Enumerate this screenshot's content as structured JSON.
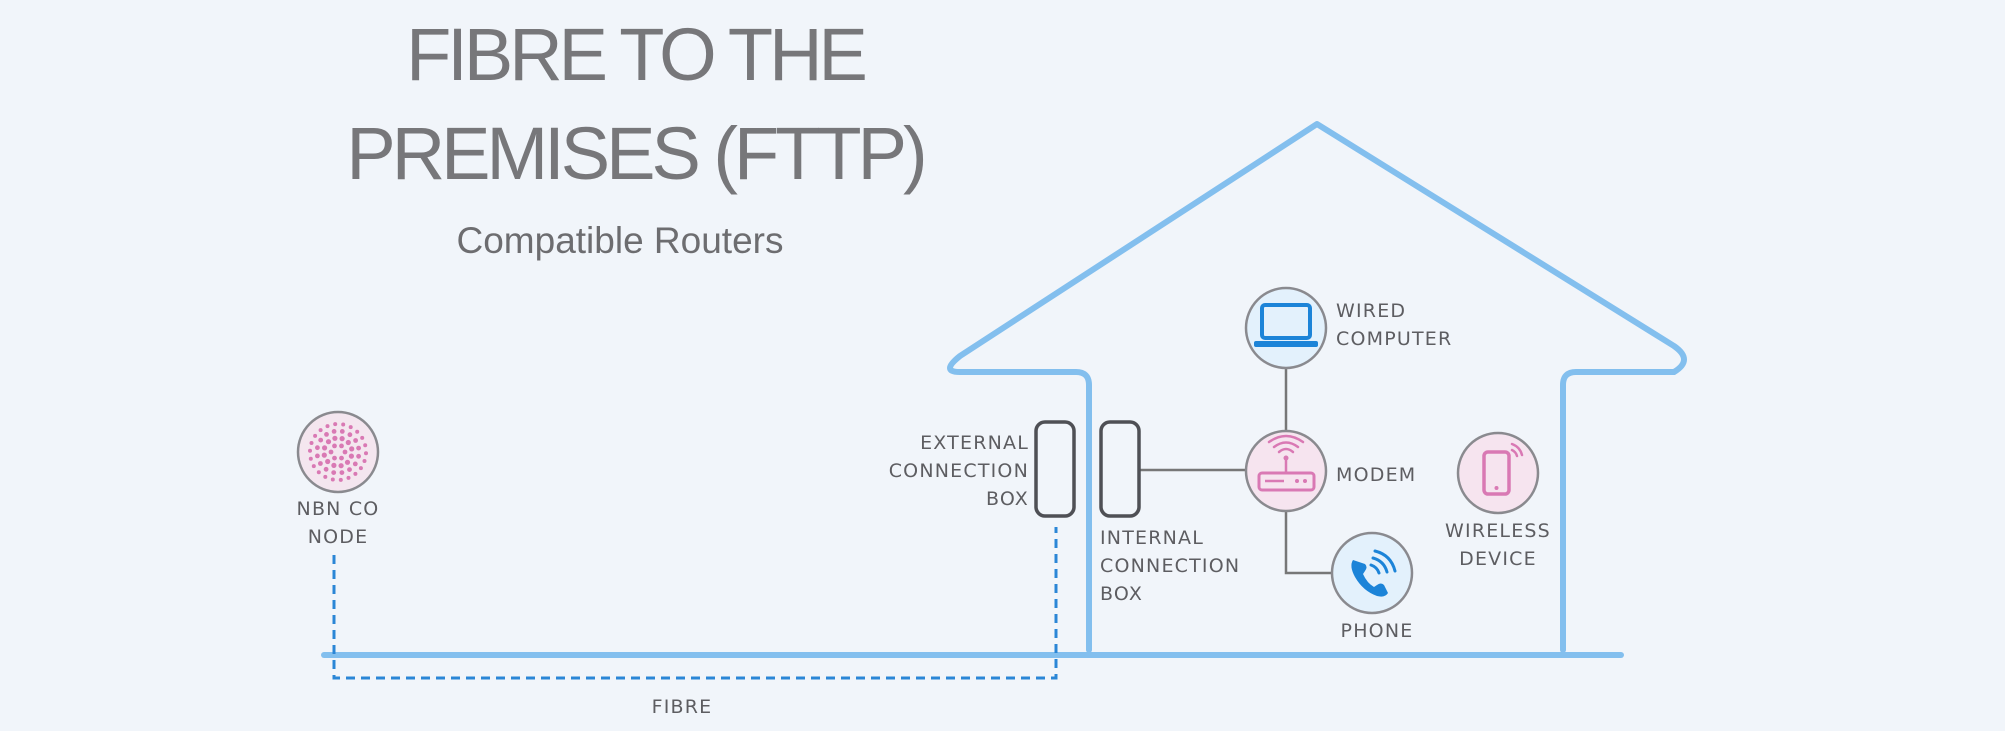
{
  "title": {
    "line1": "FIBRE TO THE",
    "line2": "PREMISES (FTTP)"
  },
  "subtitle": "Compatible Routers",
  "labels": {
    "nbn_node": [
      "NBN CO",
      "NODE"
    ],
    "external_box": [
      "EXTERNAL",
      "CONNECTION",
      "BOX"
    ],
    "internal_box": [
      "INTERNAL",
      "CONNECTION",
      "BOX"
    ],
    "wired_computer": [
      "WIRED",
      "COMPUTER"
    ],
    "modem": "MODEM",
    "phone": "PHONE",
    "wireless_device": [
      "WIRELESS",
      "DEVICE"
    ],
    "fibre": "FIBRE"
  },
  "icons": {
    "nbn_node": "nbn-node-icon",
    "laptop": "laptop-icon",
    "modem": "modem-router-icon",
    "phone": "phone-icon",
    "wireless_device": "smartphone-icon"
  },
  "colors": {
    "background": "#f1f5fa",
    "house_outline": "#83bfee",
    "fibre_dashed": "#2b86d6",
    "connector": "#777777",
    "box_outline": "#4f5055",
    "circle_border": "#8a8a8f",
    "pink_accent": "#d979b4",
    "pink_fill": "#f6e4ef",
    "blue_icon": "#1c84d8",
    "blue_fill": "#e3f1fc",
    "title_text": "#77777a",
    "label_text": "#5d5d61"
  }
}
